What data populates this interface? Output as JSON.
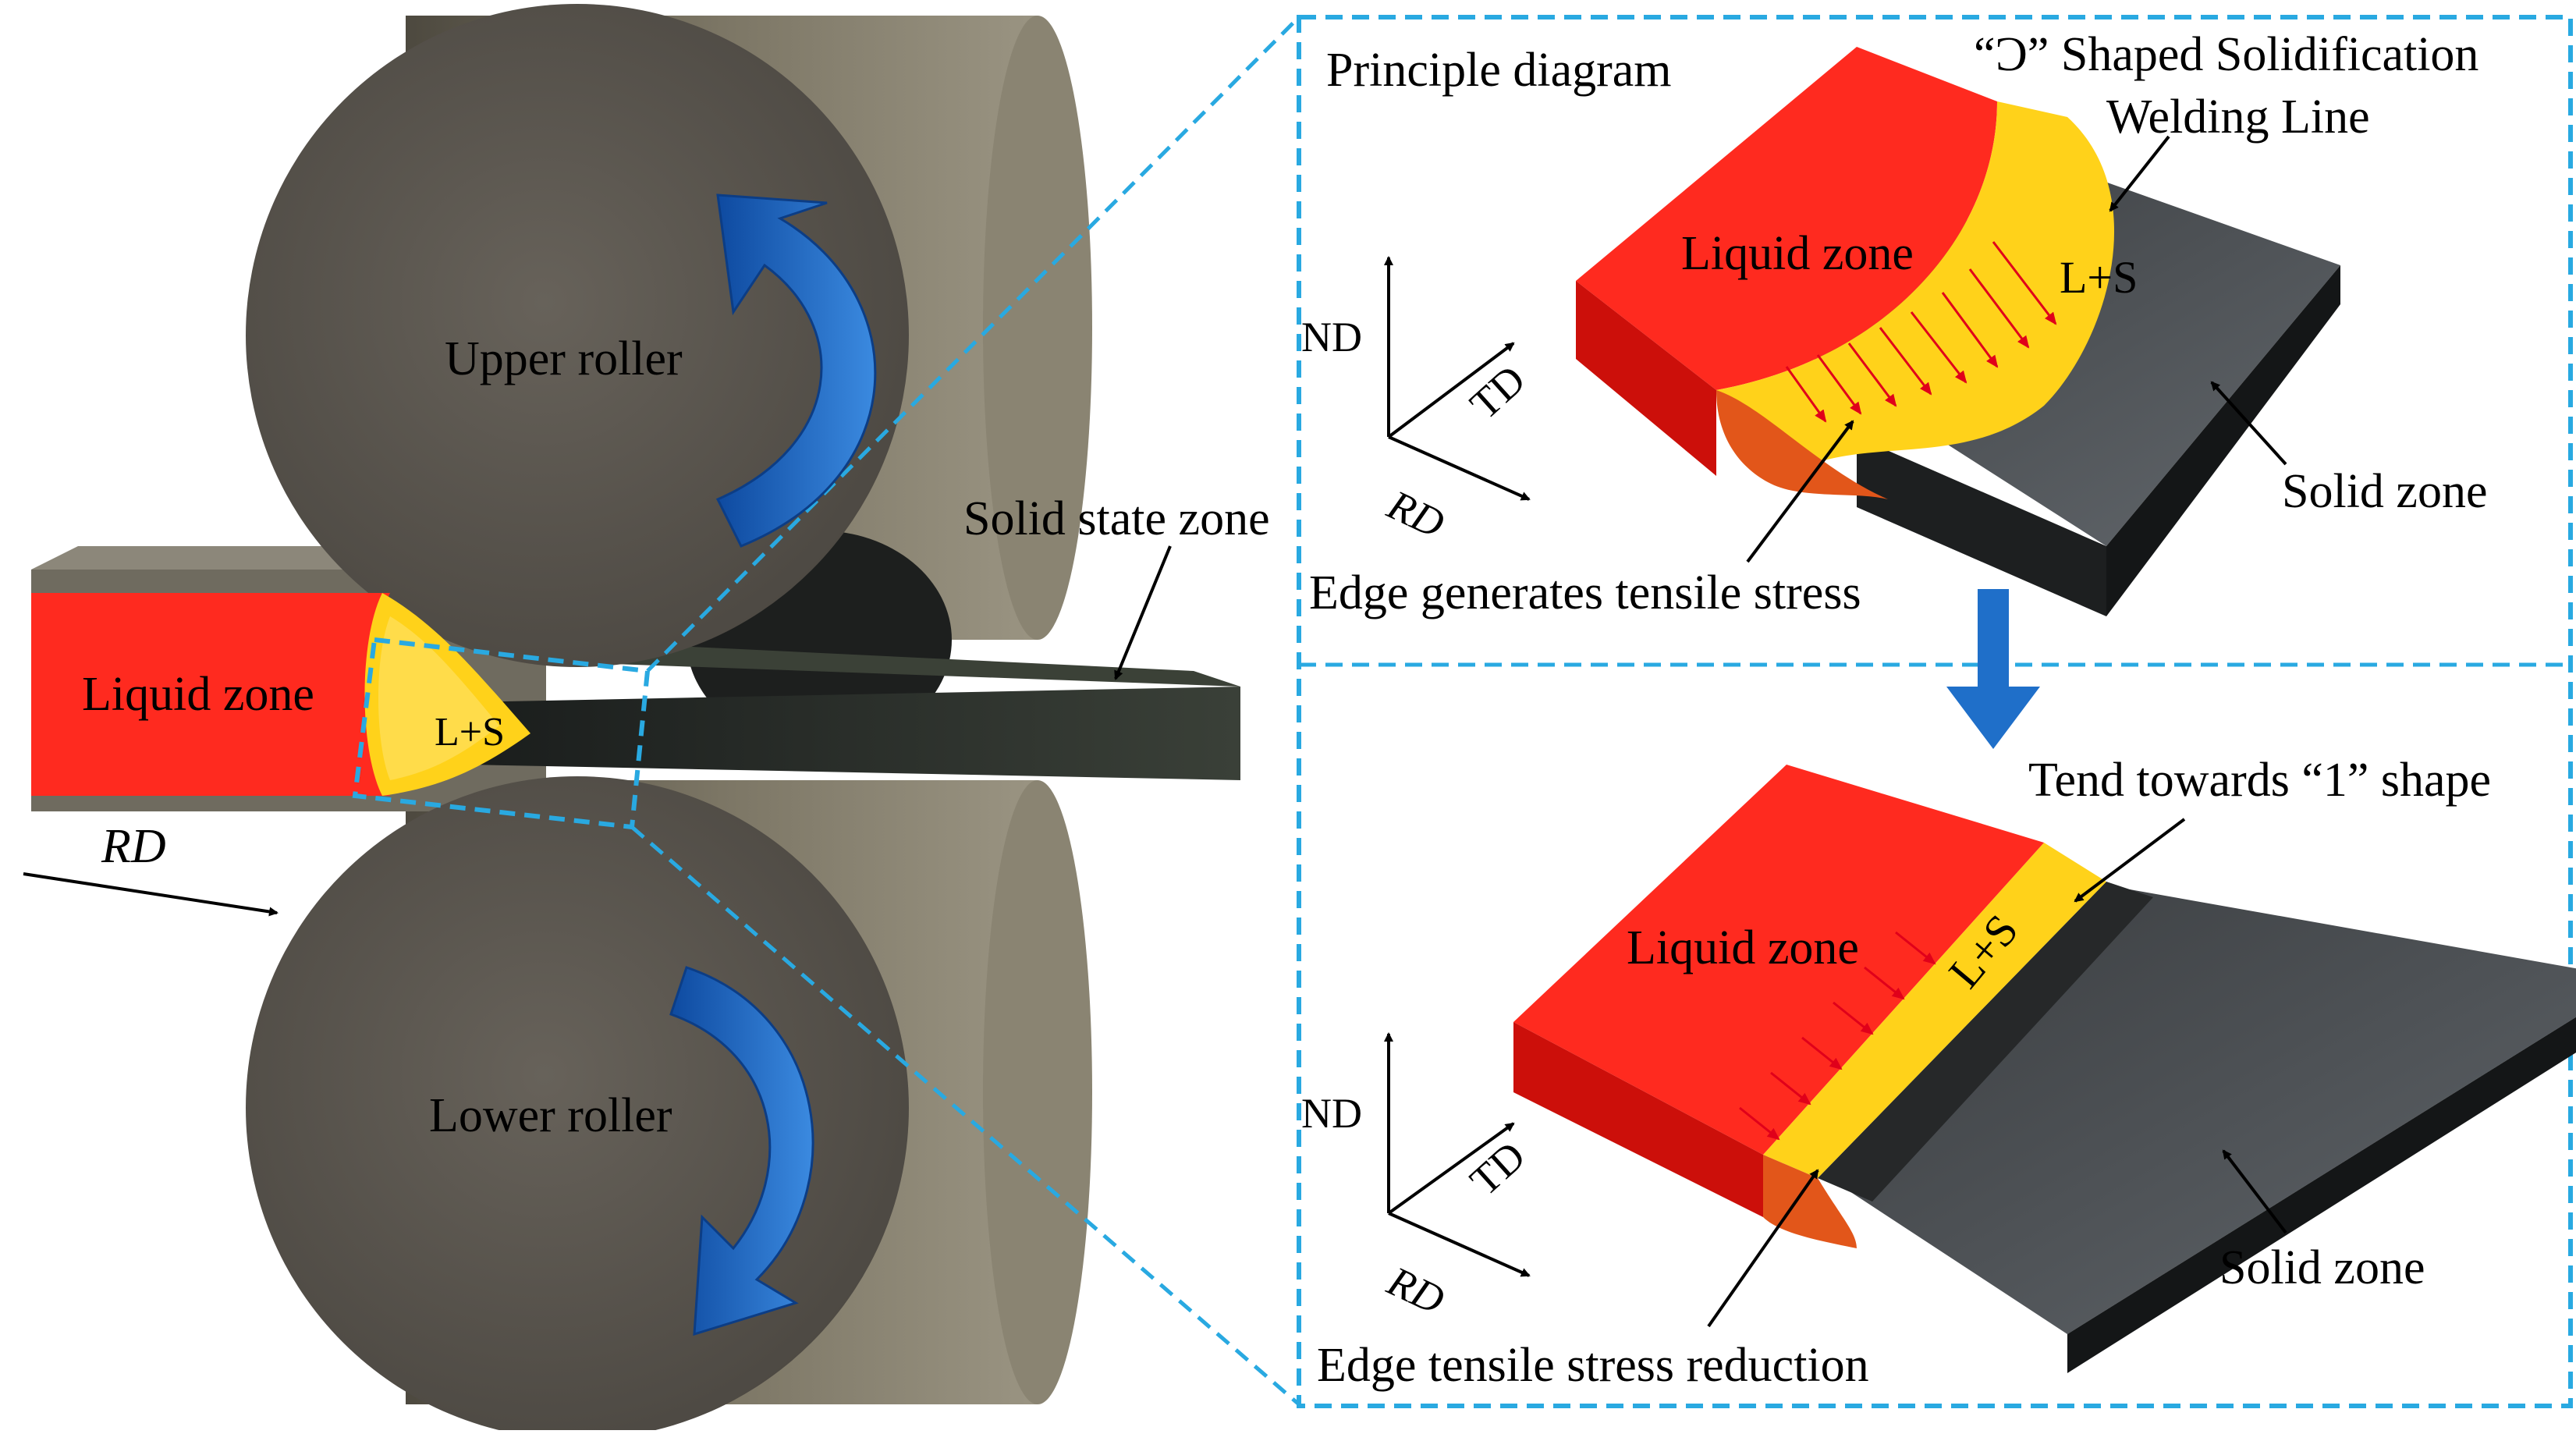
{
  "left_panel": {
    "upper_roller_label": "Upper roller",
    "lower_roller_label": "Lower roller",
    "liquid_zone_label": "Liquid zone",
    "mushy_zone_label": "L+S",
    "solid_state_zone_label": "Solid state zone",
    "rolling_direction_label": "RD"
  },
  "top_right_panel": {
    "title": "Principle diagram",
    "shape_label": "“Ɔ” Shaped Solidification",
    "welding_line_label": "Welding Line",
    "liquid_zone_label": "Liquid zone",
    "mushy_zone_label": "L+S",
    "solid_zone_label": "Solid zone",
    "edge_label": "Edge generates tensile stress",
    "axes": {
      "nd": "ND",
      "td": "TD",
      "rd": "RD"
    }
  },
  "bottom_right_panel": {
    "shape_label": "Tend towards “1” shape",
    "liquid_zone_label": "Liquid zone",
    "mushy_zone_label": "L+S",
    "solid_zone_label": "Solid zone",
    "edge_label": "Edge tensile stress reduction",
    "axes": {
      "nd": "ND",
      "td": "TD",
      "rd": "RD"
    }
  },
  "colors": {
    "liquid": "#ff2a1f",
    "mushy": "#ffd21a",
    "solid_dark": "#262829",
    "roller": "#5a554a",
    "frame": "#29a9e1",
    "rotation_arrow": "#1f6fc9"
  }
}
